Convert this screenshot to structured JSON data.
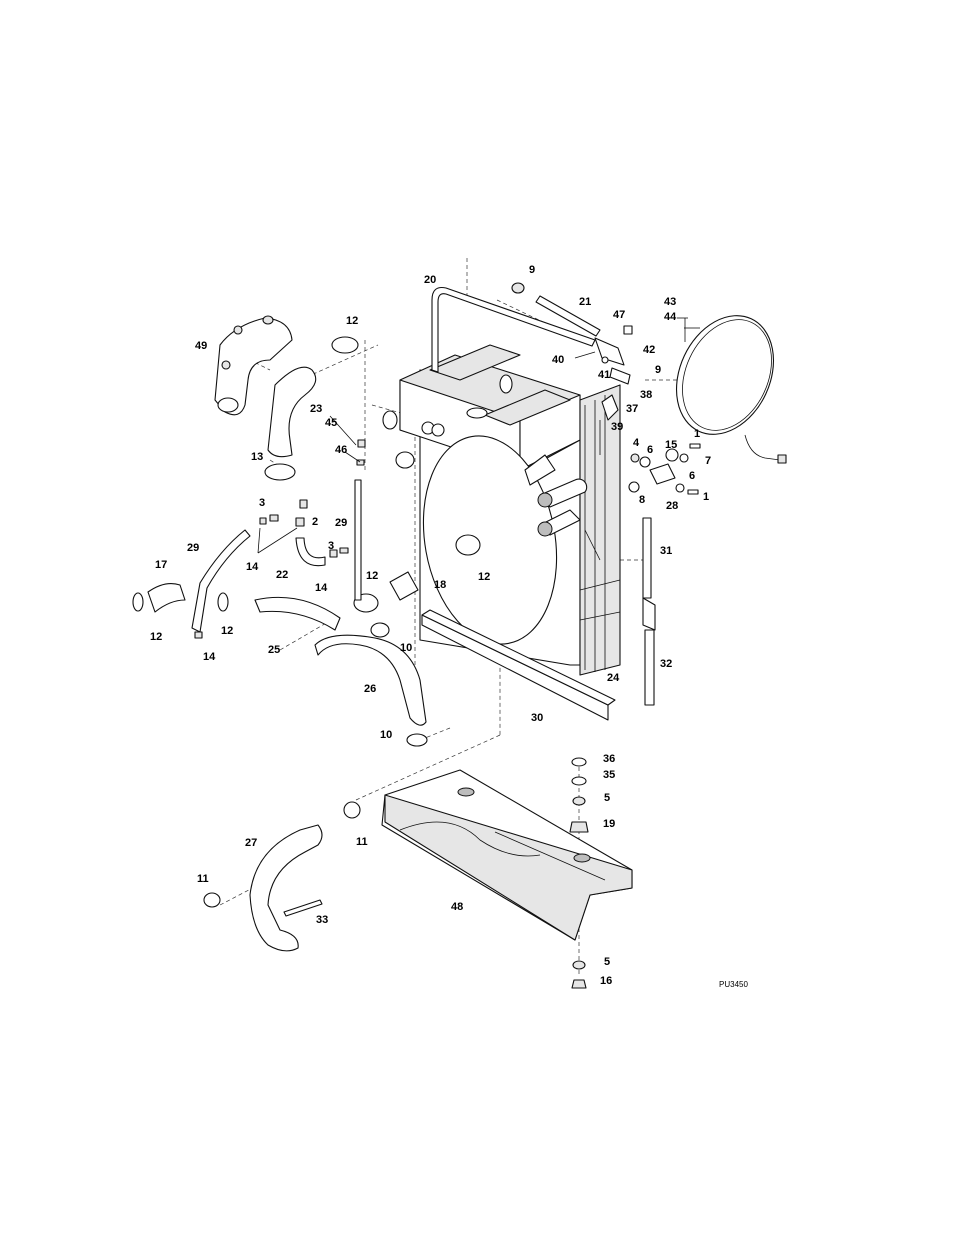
{
  "drawing_ref": "PU3450",
  "callouts": [
    {
      "id": "c-20",
      "text": "20"
    },
    {
      "id": "c-9a",
      "text": "9"
    },
    {
      "id": "c-21",
      "text": "21"
    },
    {
      "id": "c-43",
      "text": "43"
    },
    {
      "id": "c-44",
      "text": "44"
    },
    {
      "id": "c-47",
      "text": "47"
    },
    {
      "id": "c-42",
      "text": "42"
    },
    {
      "id": "c-40",
      "text": "40"
    },
    {
      "id": "c-41",
      "text": "41"
    },
    {
      "id": "c-9b",
      "text": "9"
    },
    {
      "id": "c-38",
      "text": "38"
    },
    {
      "id": "c-37",
      "text": "37"
    },
    {
      "id": "c-39",
      "text": "39"
    },
    {
      "id": "c-12a",
      "text": "12"
    },
    {
      "id": "c-49",
      "text": "49"
    },
    {
      "id": "c-23",
      "text": "23"
    },
    {
      "id": "c-45",
      "text": "45"
    },
    {
      "id": "c-46",
      "text": "46"
    },
    {
      "id": "c-13",
      "text": "13"
    },
    {
      "id": "c-4",
      "text": "4"
    },
    {
      "id": "c-6a",
      "text": "6"
    },
    {
      "id": "c-15",
      "text": "15"
    },
    {
      "id": "c-1a",
      "text": "1"
    },
    {
      "id": "c-7",
      "text": "7"
    },
    {
      "id": "c-6b",
      "text": "6"
    },
    {
      "id": "c-8",
      "text": "8"
    },
    {
      "id": "c-28",
      "text": "28"
    },
    {
      "id": "c-1b",
      "text": "1"
    },
    {
      "id": "c-3a",
      "text": "3"
    },
    {
      "id": "c-2",
      "text": "2"
    },
    {
      "id": "c-29a",
      "text": "29"
    },
    {
      "id": "c-29b",
      "text": "29"
    },
    {
      "id": "c-14a",
      "text": "14"
    },
    {
      "id": "c-22",
      "text": "22"
    },
    {
      "id": "c-3b",
      "text": "3"
    },
    {
      "id": "c-14b",
      "text": "14"
    },
    {
      "id": "c-12b",
      "text": "12"
    },
    {
      "id": "c-31",
      "text": "31"
    },
    {
      "id": "c-17",
      "text": "17"
    },
    {
      "id": "c-12c",
      "text": "12"
    },
    {
      "id": "c-18",
      "text": "18"
    },
    {
      "id": "c-12d",
      "text": "12"
    },
    {
      "id": "c-12e",
      "text": "12"
    },
    {
      "id": "c-25",
      "text": "25"
    },
    {
      "id": "c-14c",
      "text": "14"
    },
    {
      "id": "c-10a",
      "text": "10"
    },
    {
      "id": "c-32",
      "text": "32"
    },
    {
      "id": "c-24",
      "text": "24"
    },
    {
      "id": "c-26",
      "text": "26"
    },
    {
      "id": "c-30",
      "text": "30"
    },
    {
      "id": "c-10b",
      "text": "10"
    },
    {
      "id": "c-36",
      "text": "36"
    },
    {
      "id": "c-35",
      "text": "35"
    },
    {
      "id": "c-5a",
      "text": "5"
    },
    {
      "id": "c-19",
      "text": "19"
    },
    {
      "id": "c-11a",
      "text": "11"
    },
    {
      "id": "c-27",
      "text": "27"
    },
    {
      "id": "c-11b",
      "text": "11"
    },
    {
      "id": "c-33",
      "text": "33"
    },
    {
      "id": "c-48",
      "text": "48"
    },
    {
      "id": "c-5b",
      "text": "5"
    },
    {
      "id": "c-16",
      "text": "16"
    }
  ]
}
